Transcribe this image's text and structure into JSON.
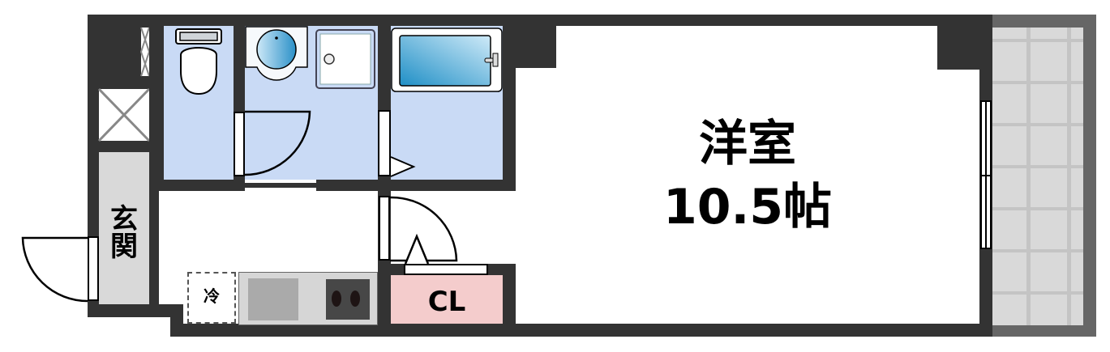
{
  "floorplan": {
    "main_room": {
      "type_label": "洋室",
      "size_label": "10.5帖"
    },
    "entrance": {
      "label_line1": "玄",
      "label_line2": "関"
    },
    "closet": {
      "label": "CL"
    },
    "fridge_space": {
      "label": "冷"
    },
    "fixtures": [
      "toilet",
      "washbasin",
      "washing-machine-pan",
      "bathtub",
      "kitchen-sink",
      "two-burner-stove"
    ],
    "colors": {
      "wall": "#333333",
      "wet_area": "#c9daf5",
      "closet": "#f4cccc",
      "entrance": "#d9d9d9",
      "balcony": "#d9d9d9",
      "balcony_frame": "#666666"
    }
  }
}
